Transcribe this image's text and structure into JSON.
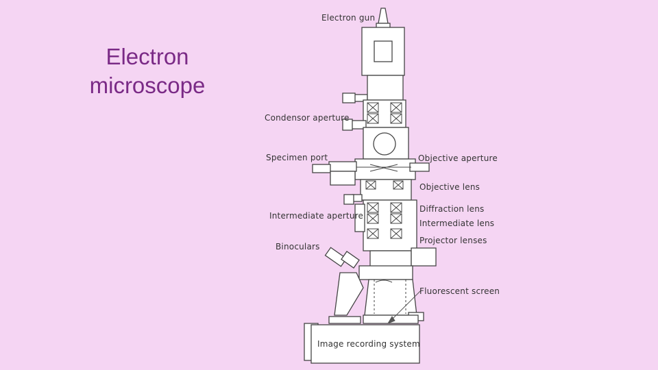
{
  "slide": {
    "title": "Electron\nmicroscope"
  },
  "diagram": {
    "labels": {
      "electron_gun": "Electron gun",
      "condensor_aperture": "Condensor aperture",
      "specimen_port": "Specimen port",
      "objective_aperture": "Objective aperture",
      "objective_lens": "Objective lens",
      "diffraction_lens": "Diffraction lens",
      "intermediate_aperture": "Intermediate aperture",
      "intermediate_lens": "Intermediate lens",
      "projector_lenses": "Projector lenses",
      "binoculars": "Binoculars",
      "fluorescent_screen": "Fluorescent screen",
      "image_recording_system": "Image recording system"
    }
  }
}
